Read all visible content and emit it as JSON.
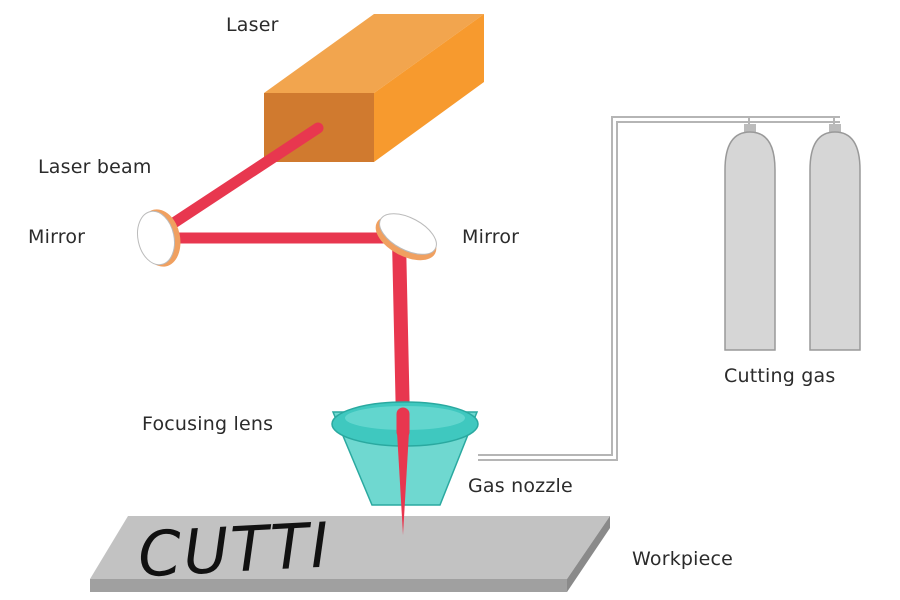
{
  "labels": {
    "laser": "Laser",
    "laser_beam": "Laser beam",
    "mirror_left": "Mirror",
    "mirror_right": "Mirror",
    "cutting_gas": "Cutting gas",
    "focusing_lens": "Focusing lens",
    "gas_nozzle": "Gas nozzle",
    "workpiece": "Workpiece"
  },
  "workpiece_text": "CUTTI",
  "colors": {
    "laser_front": "#f79a2e",
    "laser_top": "#f0a24a",
    "laser_side": "#d4772a",
    "beam": "#e8374f",
    "mirror_rim": "#f0a060",
    "lens": "#40c8c0",
    "nozzle": "#6fd8d0",
    "cylinder": "#d4d4d4",
    "workpiece_top": "#bfbfbf",
    "workpiece_edge": "#8f8f8f",
    "gas_line": "#b8b8b8"
  }
}
